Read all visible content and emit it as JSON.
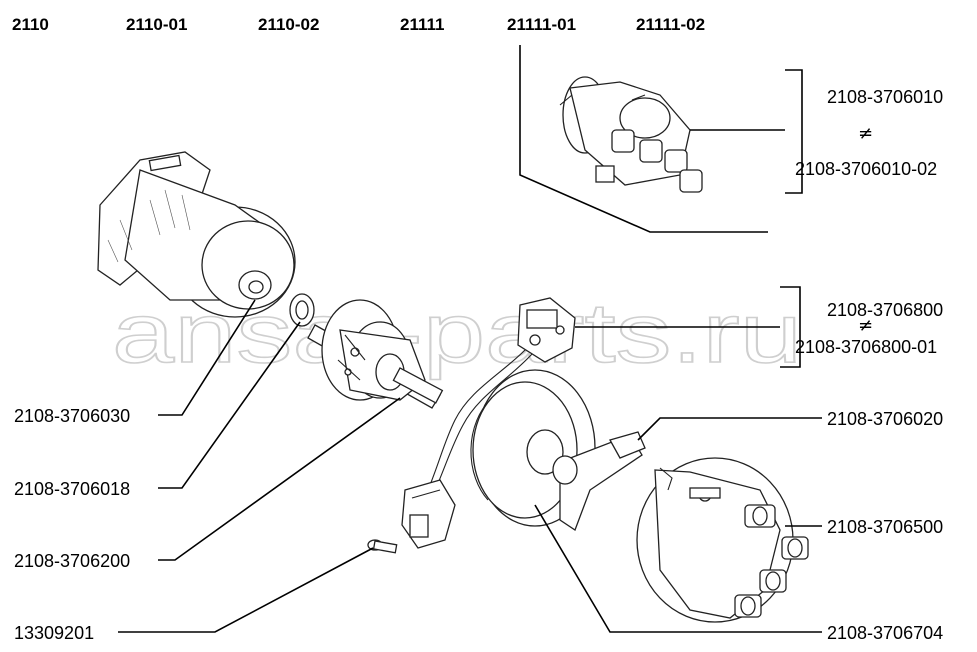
{
  "models": [
    "2110",
    "2110-01",
    "2110-02",
    "21111",
    "21111-01",
    "21111-02"
  ],
  "parts": {
    "cap_group_a": "2108-3706010",
    "cap_group_neq": "≠",
    "cap_group_b": "2108-3706010-02",
    "sensor_a": "2108-3706800",
    "sensor_neq": "≠",
    "sensor_b": "2108-3706800-01",
    "p3706030": "2108-3706030",
    "p3706018": "2108-3706018",
    "p3706200": "2108-3706200",
    "p13309201": "13309201",
    "p3706020": "2108-3706020",
    "p3706500": "2108-3706500",
    "p3706704": "2108-3706704"
  },
  "watermark": "ansat-parts.ru"
}
